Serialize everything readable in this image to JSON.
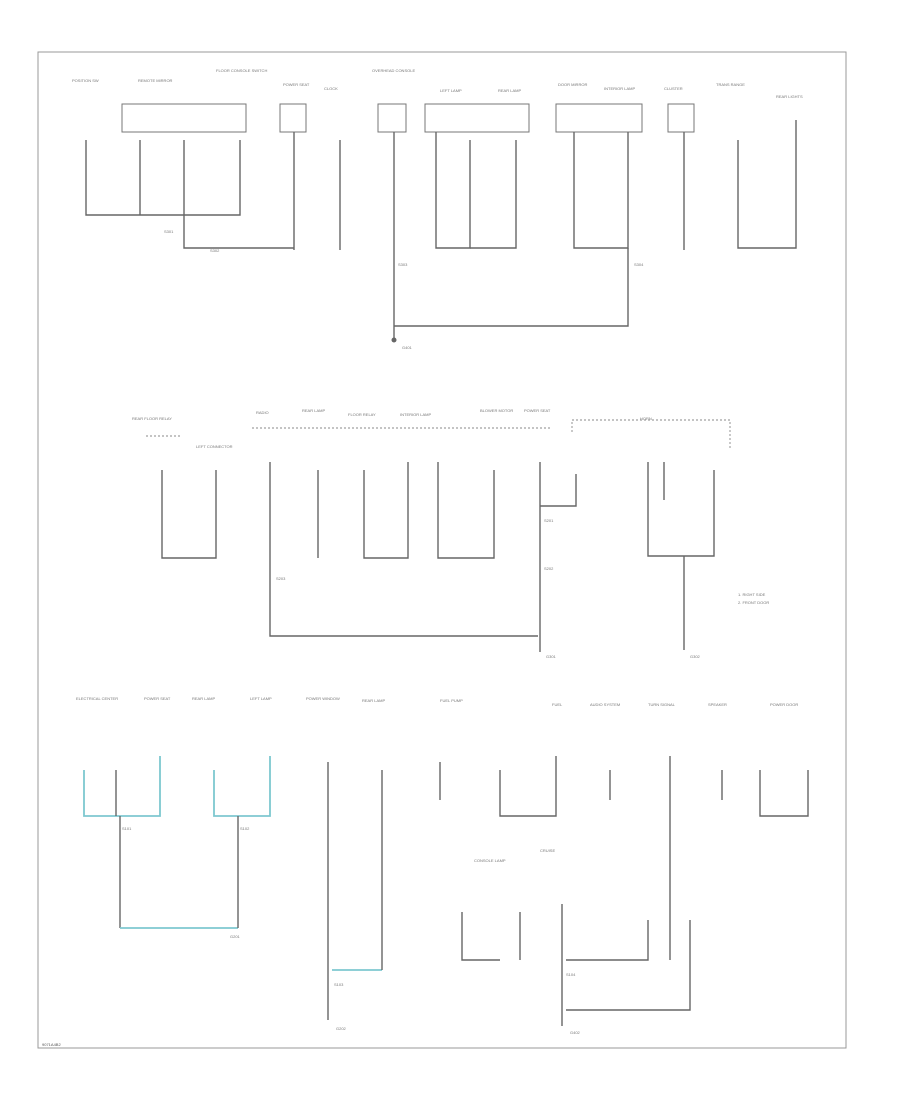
{
  "diagram": {
    "footer_code": "9071A4B2",
    "legend": [
      "1. RIGHT SIDE",
      "2. FRONT DOOR"
    ],
    "ground_points": [
      "G201",
      "G202",
      "G301",
      "G302",
      "G401",
      "G402"
    ],
    "section_top": {
      "components": [
        "POSITION SW",
        "REMOTE MIRROR",
        "FLOOR CONSOLE SWITCH",
        "POWER SEAT",
        "CLOCK",
        "OVERHEAD CONSOLE",
        "LEFT LAMP",
        "REAR LAMP",
        "DOOR MIRROR",
        "INTERIOR LAMP",
        "CLUSTER",
        "TRANS RANGE",
        "REAR LIGHTS"
      ],
      "splices": [
        "S301",
        "S302",
        "S303",
        "S304"
      ]
    },
    "section_middle": {
      "components": [
        "REAR FLOOR RELAY",
        "RADIO",
        "REAR LAMP",
        "FLOOR RELAY",
        "INTERIOR LAMP",
        "BLOWER MOTOR",
        "POWER SEAT",
        "HORN",
        "LEFT CONNECTOR"
      ],
      "splices": [
        "S201",
        "S202",
        "S203"
      ]
    },
    "section_bottom": {
      "components": [
        "ELECTRICAL CENTER",
        "POWER SEAT",
        "REAR LAMP",
        "LEFT LAMP",
        "POWER WINDOW",
        "REAR LAMP",
        "FUEL PUMP",
        "FUEL",
        "CONSOLE LAMP",
        "AUDIO SYSTEM",
        "TURN SIGNAL",
        "SPEAKER",
        "POWER DOOR",
        "CRUISE"
      ],
      "splices": [
        "S101",
        "S102",
        "S103",
        "S104"
      ]
    }
  }
}
